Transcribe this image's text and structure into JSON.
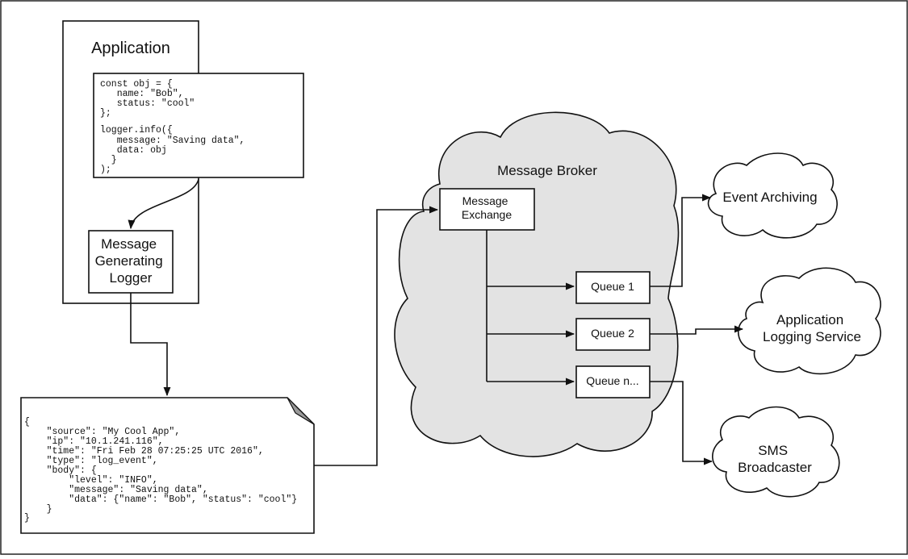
{
  "application": {
    "title": "Application",
    "code": [
      "const obj = {",
      "   name: \"Bob\",",
      "   status: \"cool\"",
      "};",
      "",
      "logger.info({",
      "   message: \"Saving data\",",
      "   data: obj",
      "  }",
      ");"
    ]
  },
  "logger": {
    "lines": [
      "Message",
      "Generating",
      "Logger"
    ]
  },
  "payload": {
    "lines": [
      "{",
      "    \"source\": \"My Cool App\",",
      "    \"ip\": \"10.1.241.116\",",
      "    \"time\": \"Fri Feb 28 07:25:25 UTC 2016\",",
      "    \"type\": \"log_event\",",
      "    \"body\": {",
      "        \"level\": \"INFO\",",
      "        \"message\": \"Saving data\",",
      "        \"data\": {\"name\": \"Bob\", \"status\": \"cool\"}",
      "    }",
      "}"
    ]
  },
  "broker": {
    "title": "Message Broker",
    "exchange": [
      "Message",
      "Exchange"
    ],
    "queues": [
      "Queue 1",
      "Queue 2",
      "Queue n..."
    ]
  },
  "consumers": {
    "event_archiving": [
      "Event Archiving"
    ],
    "logging_service": [
      "Application",
      "Logging Service"
    ],
    "sms": [
      "SMS",
      "Broadcaster"
    ]
  }
}
